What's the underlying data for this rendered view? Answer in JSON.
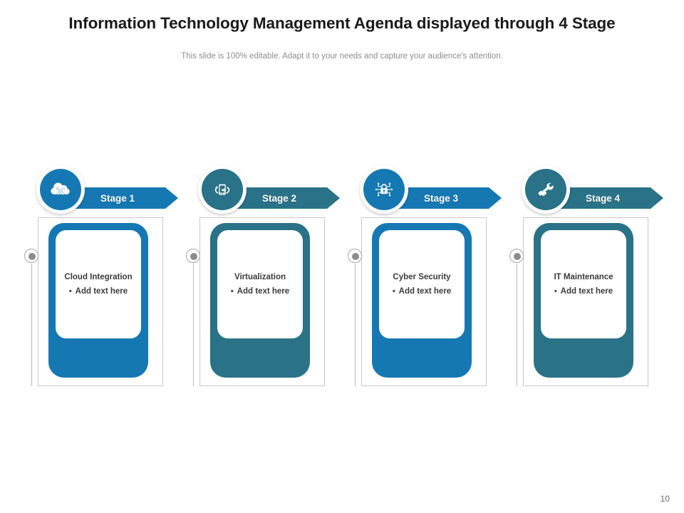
{
  "header": {
    "title": "Information Technology Management Agenda displayed through 4 Stage",
    "subtitle": "This slide is 100% editable. Adapt it to your needs and capture your audience's attention."
  },
  "colors": {
    "blue": "#1578b3",
    "teal": "#2a7287",
    "heading_text": "#3b3b3b",
    "title_text": "#1a1a1a",
    "subtitle_text": "#8d8d8d",
    "frame_border": "#c9c9c9",
    "connector": "#8c8c8c"
  },
  "stages": [
    {
      "banner_label": "Stage 1",
      "heading": "Cloud Integration",
      "bullet": "Add text here",
      "bullet_marker": "•",
      "icon": "cloud-tools-icon",
      "color": "#1578b3"
    },
    {
      "banner_label": "Stage 2",
      "heading": "Virtualization",
      "bullet": "Add text here",
      "bullet_marker": "•",
      "icon": "device-rotate-icon",
      "color": "#2a7287"
    },
    {
      "banner_label": "Stage 3",
      "heading": "Cyber Security",
      "bullet": "Add text here",
      "bullet_marker": "•",
      "icon": "network-lock-icon",
      "color": "#1578b3"
    },
    {
      "banner_label": "Stage 4",
      "heading": "IT Maintenance",
      "bullet": "Add text here",
      "bullet_marker": "•",
      "icon": "hand-wrench-icon",
      "color": "#2a7287"
    }
  ],
  "footer": {
    "page_number": "10"
  }
}
